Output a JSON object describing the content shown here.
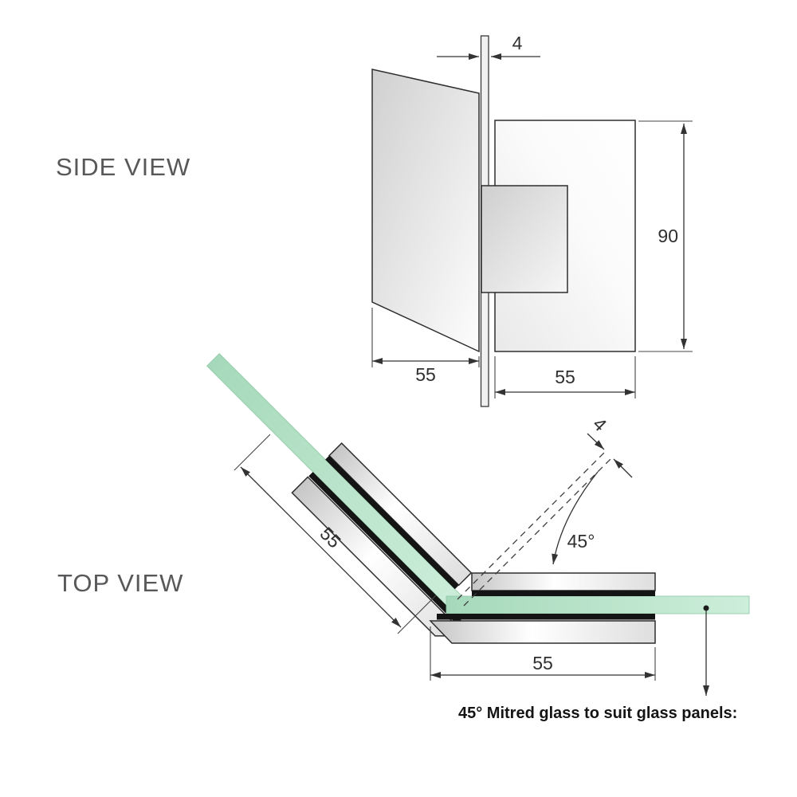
{
  "drawing": {
    "side_view": {
      "label": "SIDE VIEW",
      "glass_thickness": "4",
      "bracket_height": "90",
      "panel_width": "55",
      "bracket_width": "55"
    },
    "top_view": {
      "label": "TOP VIEW",
      "arm_length": "55",
      "bracket_length": "55",
      "miter_angle": "45°",
      "glass_gap": "4",
      "note": "45° Mitred glass to suit glass panels:"
    },
    "colors": {
      "glass_green": "#aedcc2",
      "metal_light": "#ffffff",
      "metal_dark": "#c6c6c6",
      "gasket_black": "#141414",
      "line": "#333333",
      "label_gray": "#58585a"
    }
  }
}
